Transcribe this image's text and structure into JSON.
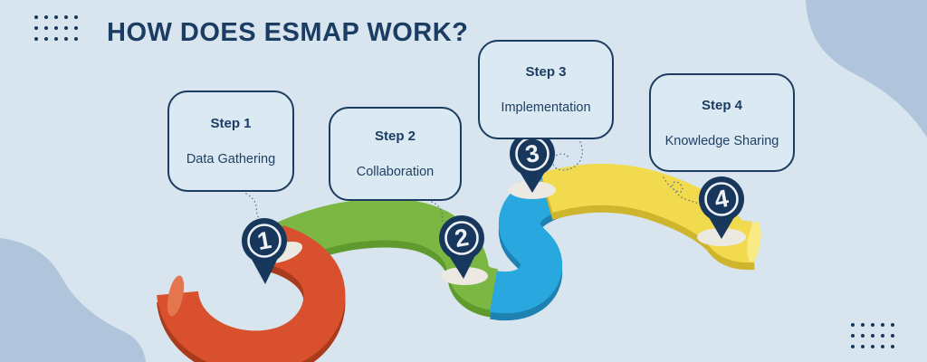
{
  "title": "HOW DOES ESMAP WORK?",
  "steps": [
    {
      "label": "Step 1",
      "description": "Data Gathering",
      "number": "1"
    },
    {
      "label": "Step 2",
      "description": "Collaboration",
      "number": "2"
    },
    {
      "label": "Step 3",
      "description": "Implementation",
      "number": "3"
    },
    {
      "label": "Step 4",
      "description": "Knowledge Sharing",
      "number": "4"
    }
  ],
  "road_segments": [
    {
      "step": 1,
      "color_name": "red",
      "color": "#d8502d"
    },
    {
      "step": 2,
      "color_name": "green",
      "color": "#7cb744"
    },
    {
      "step": 3,
      "color_name": "blue",
      "color": "#29a7df"
    },
    {
      "step": 4,
      "color_name": "yellow",
      "color": "#f2da4e"
    }
  ],
  "decorations": {
    "dot_cols": 5,
    "dot_rows": 3
  },
  "palette": {
    "background": "#d8e5ee",
    "blob": "#b0c5db",
    "navy": "#17375c",
    "title_text": "#1b3c63",
    "box_fill": "#dbe9f2",
    "box_border": "#1c3b5e",
    "step_text": "#1f4064",
    "road_red": "#d8502d",
    "road_red_dark": "#aa3a1c",
    "road_red_face": "#e4764f",
    "road_green": "#7cb744",
    "road_green_dark": "#5f9a2e",
    "road_blue": "#29a7df",
    "road_blue_dark": "#1d81b2",
    "road_yellow": "#f2da4e",
    "road_yellow_dark": "#cfb42e",
    "road_yellow_face": "#f8ea85",
    "pin_ring": "#eef2f6",
    "pin_base": "#ece9e2",
    "connector": "#5e7287"
  }
}
